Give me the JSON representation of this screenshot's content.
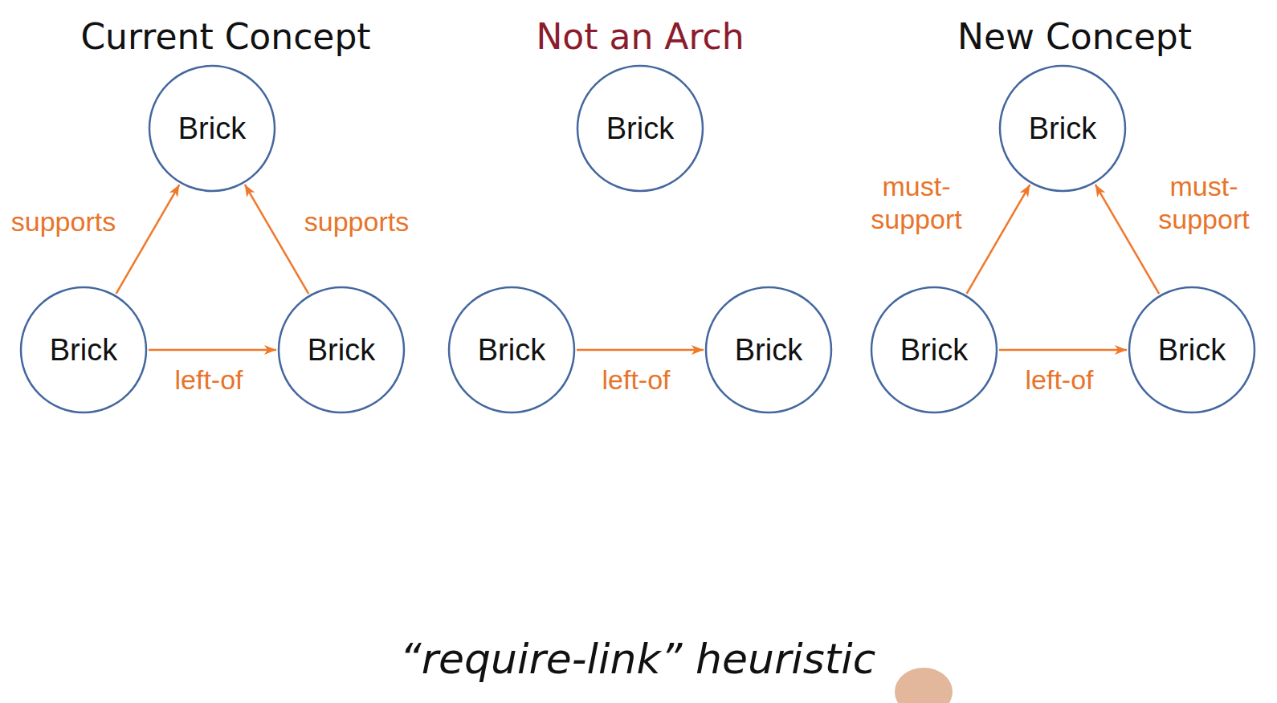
{
  "diagram": {
    "caption": "“require-link” heuristic",
    "nodes": [
      {
        "text": [
          "Brick"
        ]
      },
      {
        "text": [
          "Brick"
        ]
      },
      {
        "text": [
          "Brick"
        ]
      },
      {
        "text": [
          "Brick"
        ]
      },
      {
        "text": [
          "Brick"
        ]
      },
      {
        "text": [
          "Brick"
        ]
      },
      {
        "text": [
          "Brick"
        ]
      },
      {
        "text": [
          "Brick"
        ]
      },
      {
        "text": [
          "Brick"
        ]
      }
    ],
    "edges": [
      {
        "from": 1,
        "to": 0,
        "arrow": "to",
        "label": "supports"
      },
      {
        "from": 2,
        "to": 0,
        "arrow": "to",
        "label": "supports"
      },
      {
        "from": 1,
        "to": 2,
        "arrow": "to",
        "label": "left-of"
      },
      {
        "from": 4,
        "to": 5,
        "arrow": "to",
        "label": "left-of"
      },
      {
        "from": 7,
        "to": 6,
        "arrow": "to",
        "label": "must- support"
      },
      {
        "from": 8,
        "to": 6,
        "arrow": "to",
        "label": "must- support"
      },
      {
        "from": 7,
        "to": 8,
        "arrow": "to",
        "label": "left-of"
      }
    ],
    "labels": [
      "Current Concept",
      "Not an Arch",
      "New Concept"
    ]
  }
}
